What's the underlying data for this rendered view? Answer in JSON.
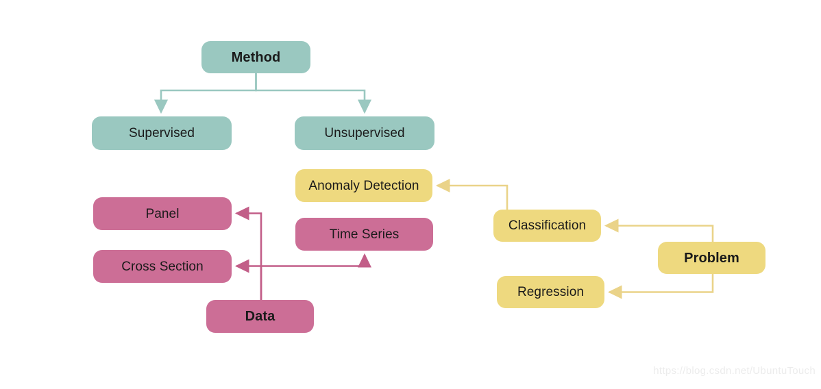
{
  "diagram": {
    "title": "Method, Data and Problem taxonomy",
    "background": "#ffffff",
    "palette": {
      "teal": "#9AC8C0",
      "pink": "#CC6E96",
      "yellow": "#EED97F",
      "text": "#1a1a1a",
      "watermark": "#ececec"
    },
    "branches": {
      "method": {
        "root_label": "Method",
        "color": "#9AC8C0",
        "children": [
          "Supervised",
          "Unsupervised"
        ]
      },
      "data": {
        "root_label": "Data",
        "color": "#CC6E96",
        "children": [
          "Panel",
          "Cross Section",
          "Time Series"
        ]
      },
      "problem": {
        "root_label": "Problem",
        "color": "#EED97F",
        "children": [
          "Anomaly Detection",
          "Classification",
          "Regression"
        ]
      }
    },
    "nodes": {
      "method": "Method",
      "supervised": "Supervised",
      "unsupervised": "Unsupervised",
      "anomaly_detection": "Anomaly Detection",
      "time_series": "Time Series",
      "panel": "Panel",
      "cross_section": "Cross Section",
      "data": "Data",
      "classification": "Classification",
      "problem": "Problem",
      "regression": "Regression"
    }
  },
  "watermark": {
    "text": "https://blog.csdn.net/UbuntuTouch"
  }
}
